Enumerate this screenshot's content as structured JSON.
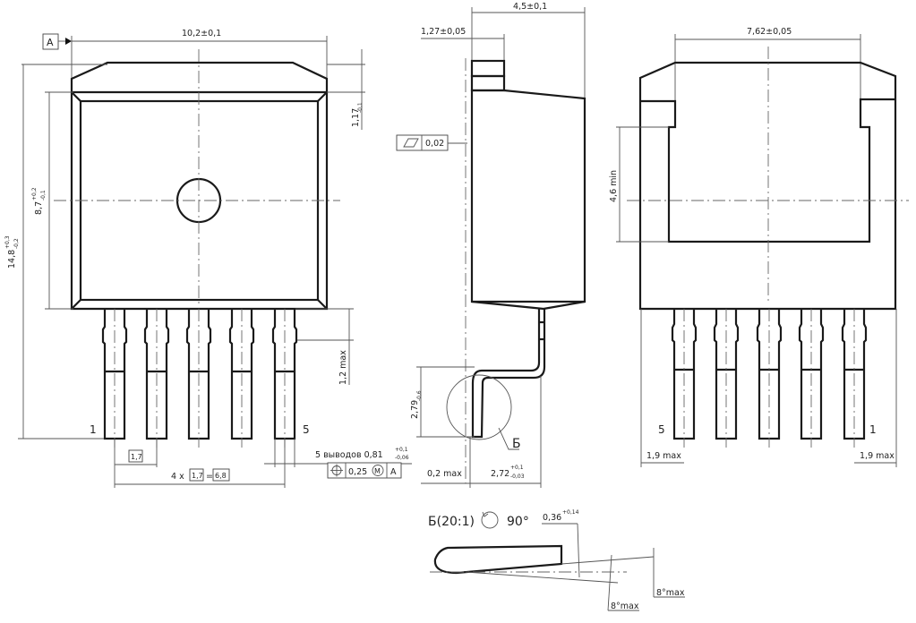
{
  "drawing": {
    "type": "technical-drawing",
    "package_views": [
      "front",
      "side",
      "back",
      "detail"
    ],
    "front_view": {
      "datum_label": "A",
      "width_dim": "10,2±0,1",
      "height_total_dim": "14,8",
      "height_total_tol_upper": "+0,3",
      "height_total_tol_lower": "-0,2",
      "body_height_dim": "8,7",
      "body_height_tol_upper": "+0,2",
      "body_height_tol_lower": "-0,1",
      "tab_dim": "1,17",
      "tab_tol": "-0,1",
      "lead_shoulder_dim": "1,2 max",
      "pin_first": "1",
      "pin_last": "5",
      "pitch_box": "1,7",
      "pitch_total_prefix": "4 x",
      "pitch_total_box": "1,7",
      "pitch_total_eq": "=",
      "pitch_total_value": "6,8",
      "lead_width_note": "5 выводов 0,81",
      "lead_width_tol_upper": "+0,1",
      "lead_width_tol_lower": "-0,06",
      "position_tol_value": "0,25",
      "position_tol_modifier": "M",
      "position_tol_datum": "A"
    },
    "side_view": {
      "width_dim": "4,5±0,1",
      "tab_thickness_dim": "1,27±0,05",
      "flatness_value": "0,02",
      "lead_height_dim": "2,79",
      "lead_height_tol": "-0,6",
      "offset_dim": "0,2 max",
      "lead_length_dim": "2,72",
      "lead_length_tol_upper": "+0,1",
      "lead_length_tol_lower": "-0,03",
      "detail_ref": "Б"
    },
    "back_view": {
      "pad_width_dim": "7,62±0,05",
      "pad_height_dim": "4,6 min",
      "pin_first": "5",
      "pin_last": "1",
      "edge_left_dim": "1,9 max",
      "edge_right_dim": "1,9 max"
    },
    "detail_view": {
      "title": "Б(20:1)",
      "rotation": "90°",
      "thickness_dim": "0,36",
      "thickness_tol": "+0,14",
      "angle_1": "8°max",
      "angle_2": "8°max"
    }
  }
}
